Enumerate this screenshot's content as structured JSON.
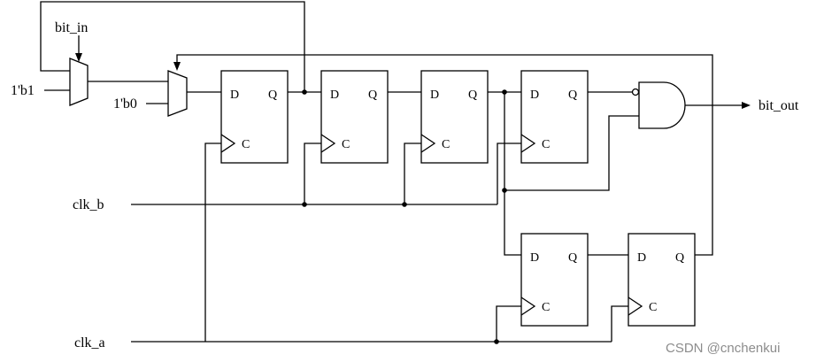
{
  "labels": {
    "bit_in": "bit_in",
    "const_1": "1'b1",
    "const_0": "1'b0",
    "clk_b": "clk_b",
    "clk_a": "clk_a",
    "bit_out": "bit_out"
  },
  "pins": {
    "d": "D",
    "q": "Q",
    "c": "C"
  },
  "watermark": "CSDN @cnchenkui"
}
